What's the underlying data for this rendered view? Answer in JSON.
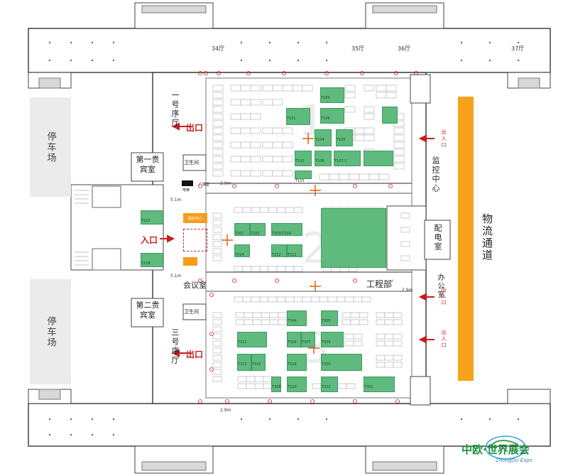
{
  "halls": {
    "h34": "34厅",
    "h35": "35厅",
    "h36": "36厅",
    "h37": "37厅"
  },
  "parking": {
    "left_top": "停车场",
    "left_bottom": "停车场"
  },
  "rooms": {
    "vip1": "第一贵宾室",
    "vip2": "第二贵宾室",
    "lobby1": "一号序厅",
    "lobby3": "三号序厅",
    "restroom1": "卫生间",
    "restroom2": "卫生间",
    "meeting": "会议室",
    "engineering": "工程部",
    "monitor": "监控中心",
    "power": "配电室",
    "office": "办公室",
    "broadcast": "广播室",
    "elevator": "电梯",
    "service": "服务中心"
  },
  "labels": {
    "exit1": "出口",
    "exit2": "出口",
    "entrance": "入口",
    "entrance_r1": "出入口",
    "entrance_r2": "出入口",
    "entrance_r3": "出入口",
    "logistics": "物流通道",
    "logo_main": "中欧·世界展会",
    "logo_sub": "ZhongOu Expo"
  },
  "dimensions": {
    "d1": "2.9m",
    "d2": "5.1m",
    "d3": "5.1m",
    "d4": "2.9m",
    "d5": "2.9m"
  },
  "booths": {
    "t101": "T101",
    "t102": "T102",
    "t103": "T103",
    "t104": "T104",
    "t105": "T105",
    "t106": "T106",
    "t107": "T107-1",
    "t108": "T108",
    "t109": "T109",
    "t201": "T201",
    "t202": "T202",
    "t203": "T203/T204",
    "t211": "T211",
    "t212": "T212",
    "t214": "T214",
    "t215": "T215",
    "t218": "T218",
    "t301": "T301",
    "t304": "T304",
    "t305": "T305",
    "t306": "T306",
    "t307": "T307",
    "t308": "T308",
    "t309": "T309",
    "t310": "T310",
    "t311": "T311",
    "t312": "T312",
    "t313": "T313",
    "t319": "T319",
    "t320": "T320",
    "t325": "T325"
  },
  "colors": {
    "booth_green": "#5fba7d",
    "logistics_orange": "#f7a21b",
    "exit_red": "#c81e1e",
    "parking_gray": "#ebebeb"
  }
}
